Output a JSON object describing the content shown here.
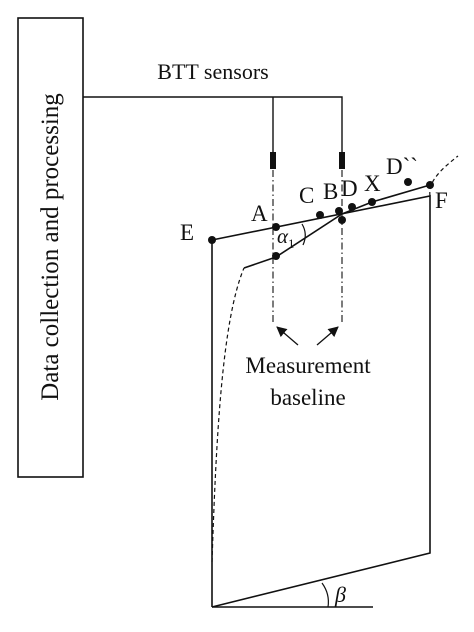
{
  "box": {
    "label": "Data collection and processing"
  },
  "sensors": {
    "label": "BTT sensors"
  },
  "baseline": {
    "line1": "Measurement",
    "line2": "baseline"
  },
  "points": {
    "A": "A",
    "B": "B",
    "C": "C",
    "D": "D",
    "E": "E",
    "F": "F",
    "X": "X",
    "Dprime": "D``"
  },
  "angles": {
    "alpha": "α",
    "alpha_sub": "1",
    "beta": "β"
  }
}
